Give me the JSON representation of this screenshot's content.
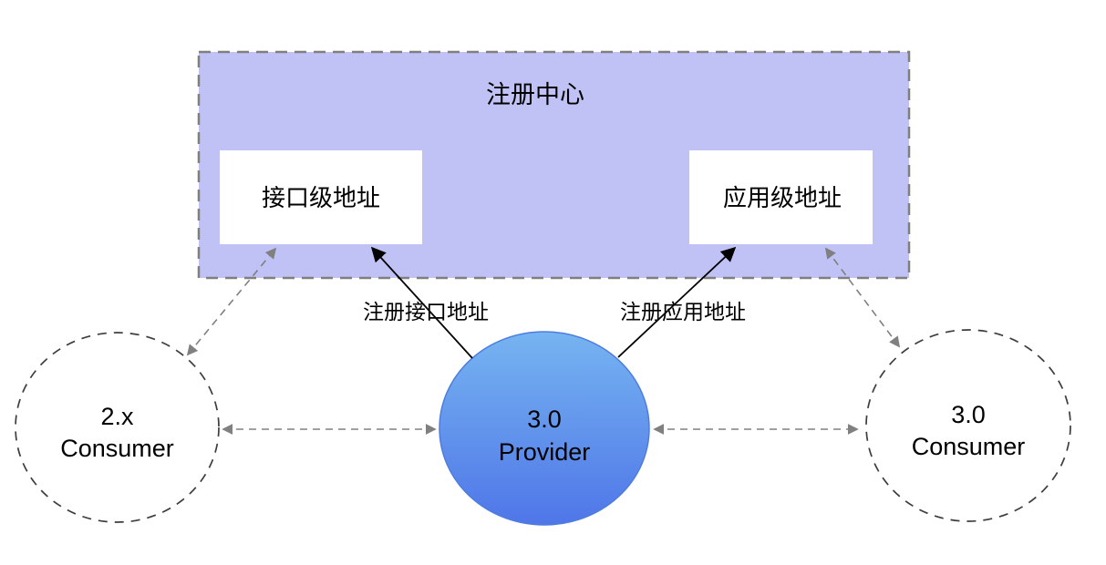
{
  "registry": {
    "title": "注册中心",
    "interface_address_label": "接口级地址",
    "application_address_label": "应用级地址"
  },
  "provider": {
    "version": "3.0",
    "role": "Provider"
  },
  "consumer_left": {
    "version": "2.x",
    "role": "Consumer"
  },
  "consumer_right": {
    "version": "3.0",
    "role": "Consumer"
  },
  "arrow_labels": {
    "register_interface": "注册接口地址",
    "register_application": "注册应用地址"
  },
  "colors": {
    "registry_fill": "#c0c2f5",
    "registry_border": "#7f7f7f",
    "address_box_fill": "#ffffff",
    "provider_gradient_top": "#76b4f1",
    "provider_gradient_bottom": "#4f76e8",
    "provider_stroke": "#4e7de0",
    "solid_arrow": "#000000",
    "dashed_arrow": "#808080",
    "consumer_circle_stroke": "#3d3d3d",
    "text": "#000000"
  }
}
